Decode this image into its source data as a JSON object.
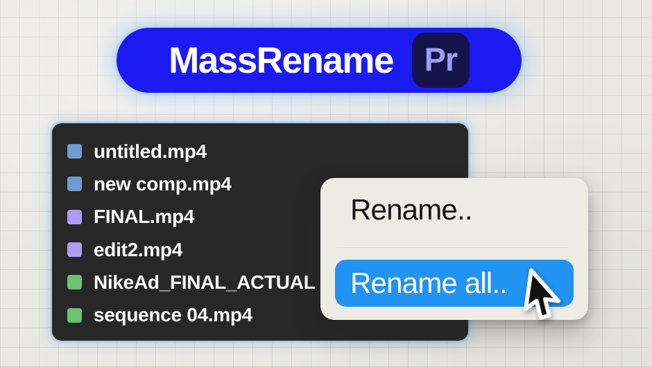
{
  "banner": {
    "title": "MassRename",
    "badge_label": "Pr",
    "pill_color": "#1b1af0",
    "badge_bg": "#14144a",
    "badge_text_color": "#9d9df4"
  },
  "panel": {
    "bg": "#272727",
    "files": [
      {
        "name": "untitled.mp4",
        "label_color": "#6f9bd2",
        "label_color_name": "blue"
      },
      {
        "name": "new comp.mp4",
        "label_color": "#6f9bd2",
        "label_color_name": "blue"
      },
      {
        "name": "FINAL.mp4",
        "label_color": "#ae9df1",
        "label_color_name": "purple"
      },
      {
        "name": "edit2.mp4",
        "label_color": "#ae9df1",
        "label_color_name": "purple"
      },
      {
        "name": "NikeAd_FINAL_ACTUAL",
        "label_color": "#6cc271",
        "label_color_name": "green"
      },
      {
        "name": "sequence 04.mp4",
        "label_color": "#6cc271",
        "label_color_name": "green"
      }
    ]
  },
  "menu": {
    "bg": "#edece4",
    "highlight_color": "#2193f3",
    "items": [
      {
        "label": "Rename..",
        "highlighted": false
      },
      {
        "label": "Rename all..",
        "highlighted": true
      }
    ]
  },
  "cursor": {
    "type": "arrow-pointer"
  }
}
